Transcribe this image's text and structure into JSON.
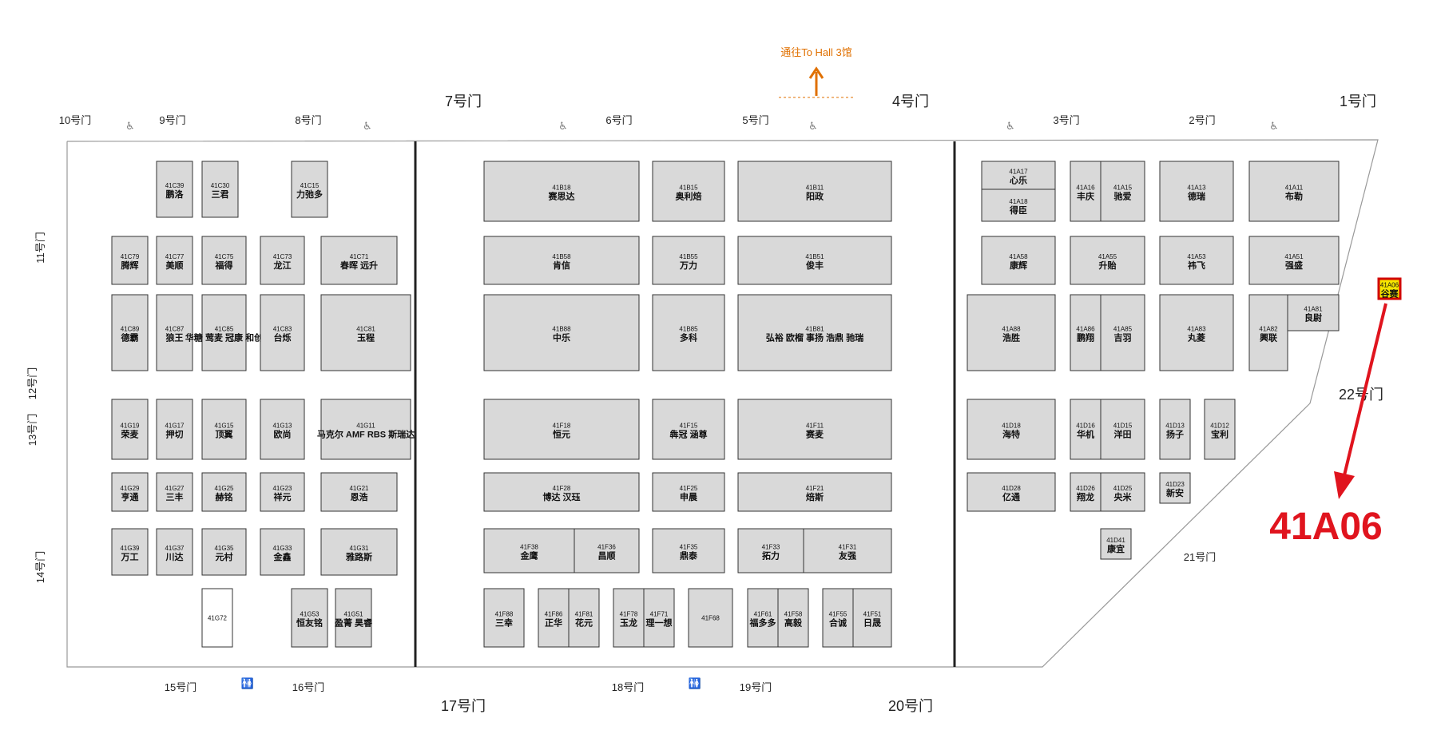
{
  "colors": {
    "booth": "#d9d9d9",
    "highlight_fill": "#f5e600",
    "highlight_border": "#d10000",
    "pointer": "#e0141e",
    "exit_label": "#e07000"
  },
  "exit": {
    "text": "通往To Hall 3馆",
    "arrow": "arrow-up-icon"
  },
  "callout": {
    "text": "41A06",
    "target": "41A06"
  },
  "gates": {
    "g1": "1号门",
    "g2": "2号门",
    "g3": "3号门",
    "g4": "4号门",
    "g5": "5号门",
    "g6": "6号门",
    "g7": "7号门",
    "g8": "8号门",
    "g9": "9号门",
    "g10": "10号门",
    "g11": "11号门",
    "g12": "12号门",
    "g13": "13号门",
    "g14": "14号门",
    "g15": "15号门",
    "g16": "16号门",
    "g17": "17号门",
    "g18": "18号门",
    "g19": "19号门",
    "g20": "20号门",
    "g21": "21号门",
    "g22": "22号门"
  },
  "booths": [
    {
      "code": "41C39",
      "name": "鹏洛"
    },
    {
      "code": "41C30",
      "name": "三君"
    },
    {
      "code": "41C15",
      "name": "力弛多"
    },
    {
      "code": "41C79",
      "name": "腾辉"
    },
    {
      "code": "41C77",
      "name": "美顺"
    },
    {
      "code": "41C75",
      "name": "福得"
    },
    {
      "code": "41C73",
      "name": "龙江"
    },
    {
      "code": "41C71",
      "name": "春晖 远升"
    },
    {
      "code": "41C89",
      "name": "德霸"
    },
    {
      "code": "41C87",
      "name": "狼王"
    },
    {
      "code": "41C85",
      "name": "华糖 莺麦 冠康 和创"
    },
    {
      "code": "41C83",
      "name": "台烁"
    },
    {
      "code": "41C81",
      "name": "玉程"
    },
    {
      "code": "41G19",
      "name": "荣麦"
    },
    {
      "code": "41G17",
      "name": "押切"
    },
    {
      "code": "41G15",
      "name": "顶翼"
    },
    {
      "code": "41G13",
      "name": "欧尚"
    },
    {
      "code": "41G11",
      "name": "马克尔 AMF RBS 斯瑞达"
    },
    {
      "code": "41G29",
      "name": "亨通"
    },
    {
      "code": "41G27",
      "name": "三丰"
    },
    {
      "code": "41G25",
      "name": "赫铭"
    },
    {
      "code": "41G23",
      "name": "祥元"
    },
    {
      "code": "41G21",
      "name": "恩浩"
    },
    {
      "code": "41G39",
      "name": "万工"
    },
    {
      "code": "41G37",
      "name": "川达"
    },
    {
      "code": "41G35",
      "name": "元村"
    },
    {
      "code": "41G33",
      "name": "金鑫"
    },
    {
      "code": "41G31",
      "name": "雅路斯"
    },
    {
      "code": "41G72",
      "name": ""
    },
    {
      "code": "41G53",
      "name": "恒友铭"
    },
    {
      "code": "41G51",
      "name": "盈菁 昊睿"
    },
    {
      "code": "41B18",
      "name": "赛思达"
    },
    {
      "code": "41B15",
      "name": "奥利焙"
    },
    {
      "code": "41B11",
      "name": "阳政"
    },
    {
      "code": "41B58",
      "name": "肯信"
    },
    {
      "code": "41B55",
      "name": "万力"
    },
    {
      "code": "41B51",
      "name": "俊丰"
    },
    {
      "code": "41B88",
      "name": "中乐"
    },
    {
      "code": "41B85",
      "name": "多科"
    },
    {
      "code": "41B81",
      "name": "弘裕 欧榴 事扬 浩鼎 驰瑞"
    },
    {
      "code": "41F18",
      "name": "恒元"
    },
    {
      "code": "41F15",
      "name": "犇冠 涵尊"
    },
    {
      "code": "41F11",
      "name": "赛麦"
    },
    {
      "code": "41F28",
      "name": "博达 汉珏"
    },
    {
      "code": "41F25",
      "name": "申晨"
    },
    {
      "code": "41F21",
      "name": "焙斯"
    },
    {
      "code": "41F38",
      "name": "金鹰"
    },
    {
      "code": "41F36",
      "name": "昌顺"
    },
    {
      "code": "41F35",
      "name": "鼎泰"
    },
    {
      "code": "41F33",
      "name": "拓力"
    },
    {
      "code": "41F31",
      "name": "友强"
    },
    {
      "code": "41F88",
      "name": "三幸"
    },
    {
      "code": "41F86",
      "name": "正华"
    },
    {
      "code": "41F81",
      "name": "花元"
    },
    {
      "code": "41F78",
      "name": "玉龙"
    },
    {
      "code": "41F71",
      "name": "理一想"
    },
    {
      "code": "41F68",
      "name": ""
    },
    {
      "code": "41F61",
      "name": "福多多"
    },
    {
      "code": "41F58",
      "name": "高毅"
    },
    {
      "code": "41F55",
      "name": "合诚"
    },
    {
      "code": "41F51",
      "name": "日晟"
    },
    {
      "code": "41A17",
      "name": "心乐"
    },
    {
      "code": "41A18",
      "name": "得臣"
    },
    {
      "code": "41A16",
      "name": "丰庆"
    },
    {
      "code": "41A15",
      "name": "驰爱"
    },
    {
      "code": "41A13",
      "name": "德瑞"
    },
    {
      "code": "41A11",
      "name": "布勒"
    },
    {
      "code": "41A58",
      "name": "康辉"
    },
    {
      "code": "41A55",
      "name": "升贻"
    },
    {
      "code": "41A53",
      "name": "祎飞"
    },
    {
      "code": "41A51",
      "name": "强盛"
    },
    {
      "code": "41A88",
      "name": "浩胜"
    },
    {
      "code": "41A86",
      "name": "鹏翔"
    },
    {
      "code": "41A85",
      "name": "吉羽"
    },
    {
      "code": "41A83",
      "name": "丸菱"
    },
    {
      "code": "41A82",
      "name": "興联"
    },
    {
      "code": "41A81",
      "name": "良尉"
    },
    {
      "code": "41A06",
      "name": "谷赛"
    },
    {
      "code": "41D18",
      "name": "海特"
    },
    {
      "code": "41D16",
      "name": "华机"
    },
    {
      "code": "41D15",
      "name": "洋田"
    },
    {
      "code": "41D13",
      "name": "扬子"
    },
    {
      "code": "41D12",
      "name": "宝利"
    },
    {
      "code": "41D28",
      "name": "亿通"
    },
    {
      "code": "41D26",
      "name": "翔龙"
    },
    {
      "code": "41D25",
      "name": "央米"
    },
    {
      "code": "41D23",
      "name": "新安"
    },
    {
      "code": "41D41",
      "name": "康宜"
    }
  ]
}
